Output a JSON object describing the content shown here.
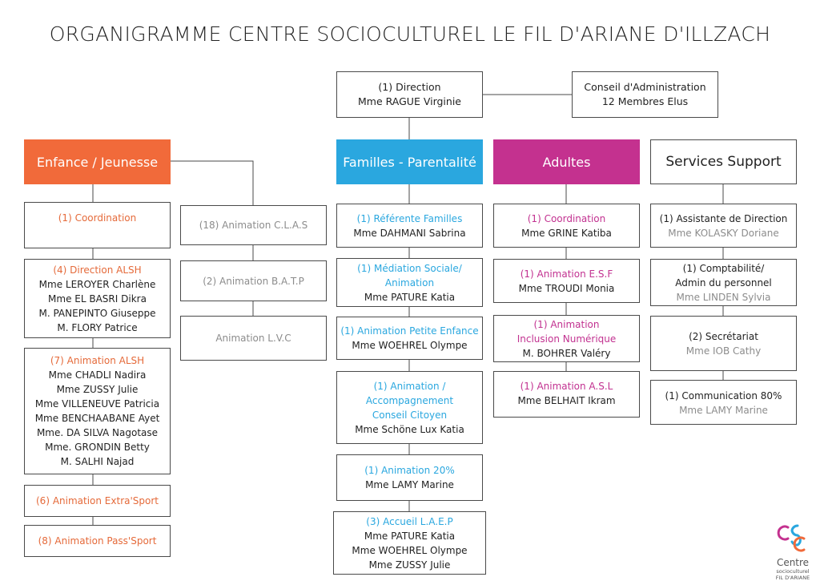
{
  "title": "ORGANIGRAMME CENTRE SOCIOCULTUREL LE FIL D'ARIANE D'ILLZACH",
  "colors": {
    "enfance": "#f16a3a",
    "familles": "#2aa7df",
    "adultes": "#c4318f",
    "orange_text": "#e56a3a",
    "blue_text": "#2aa7df",
    "magenta_text": "#c23190",
    "grey_text": "#8c8c8c"
  },
  "direction": {
    "role": "(1) Direction",
    "name": "Mme RAGUE Virginie"
  },
  "conseil": {
    "line1": "Conseil d'Administration",
    "line2": "12 Membres Elus"
  },
  "headers": {
    "enfance": "Enfance / Jeunesse",
    "familles": "Familles - Parentalité",
    "adultes": "Adultes",
    "support": "Services Support"
  },
  "enfance": {
    "coordination": "(1) Coordination",
    "direction_alsh": {
      "role": "(4) Direction ALSH",
      "names": [
        "Mme LEROYER Charlène",
        "Mme EL BASRI Dikra",
        "M. PANEPINTO Giuseppe",
        "M. FLORY Patrice"
      ]
    },
    "animation_alsh": {
      "role": "(7) Animation ALSH",
      "names": [
        "Mme CHADLI Nadira",
        "Mme ZUSSY Julie",
        "Mme VILLENEUVE Patricia",
        "Mme BENCHAABANE Ayet",
        "Mme. DA SILVA Nagotase",
        "Mme. GRONDIN Betty",
        "M. SALHI Najad"
      ]
    },
    "extra_sport": "(6) Animation Extra'Sport",
    "pass_sport": "(8) Animation Pass'Sport"
  },
  "clas_column": {
    "clas": "(18) Animation C.L.A.S",
    "batp": "(2) Animation B.A.T.P",
    "lvc": "Animation L.V.C"
  },
  "familles": {
    "referente": {
      "role": "(1) Référente Familles",
      "name": "Mme DAHMANI Sabrina"
    },
    "mediation": {
      "role1": "(1) Médiation Sociale/",
      "role2": "Animation",
      "name": "Mme PATURE Katia"
    },
    "petite_enfance": {
      "role": "(1) Animation Petite Enfance",
      "name": "Mme WOEHREL Olympe"
    },
    "accompagnement": {
      "role1": "(1) Animation /",
      "role2": "Accompagnement",
      "role3": "Conseil Citoyen",
      "name": "Mme Schöne Lux Katia"
    },
    "animation20": {
      "role": "(1) Animation 20%",
      "name": "Mme LAMY Marine"
    },
    "accueil": {
      "role": "(3) Accueil L.A.E.P",
      "names": [
        "Mme PATURE Katia",
        "Mme WOEHREL Olympe",
        "Mme ZUSSY Julie"
      ]
    }
  },
  "adultes": {
    "coordination": {
      "role": "(1) Coordination",
      "name": "Mme GRINE Katiba"
    },
    "esf": {
      "role": "(1) Animation E.S.F",
      "name": "Mme TROUDI Monia"
    },
    "inclusion": {
      "role1": "(1) Animation",
      "role2": "Inclusion Numérique",
      "name": "M. BOHRER Valéry"
    },
    "asl": {
      "role": "(1) Animation A.S.L",
      "name": "Mme BELHAIT Ikram"
    }
  },
  "support": {
    "assistante": {
      "role": "(1) Assistante de Direction",
      "name": "Mme KOLASKY Doriane"
    },
    "comptabilite": {
      "role1": "(1) Comptabilité/",
      "role2": "Admin du personnel",
      "name": "Mme LINDEN Sylvia"
    },
    "secretariat": {
      "role": "(2) Secrétariat",
      "name": "Mme IOB Cathy"
    },
    "communication": {
      "role": "(1) Communication 80%",
      "name": "Mme LAMY Marine"
    }
  },
  "logo": {
    "word1": "Centre",
    "word2": "socioculturel",
    "word3": "FIL D'ARIANE",
    "icon": "csc-logo-icon"
  }
}
